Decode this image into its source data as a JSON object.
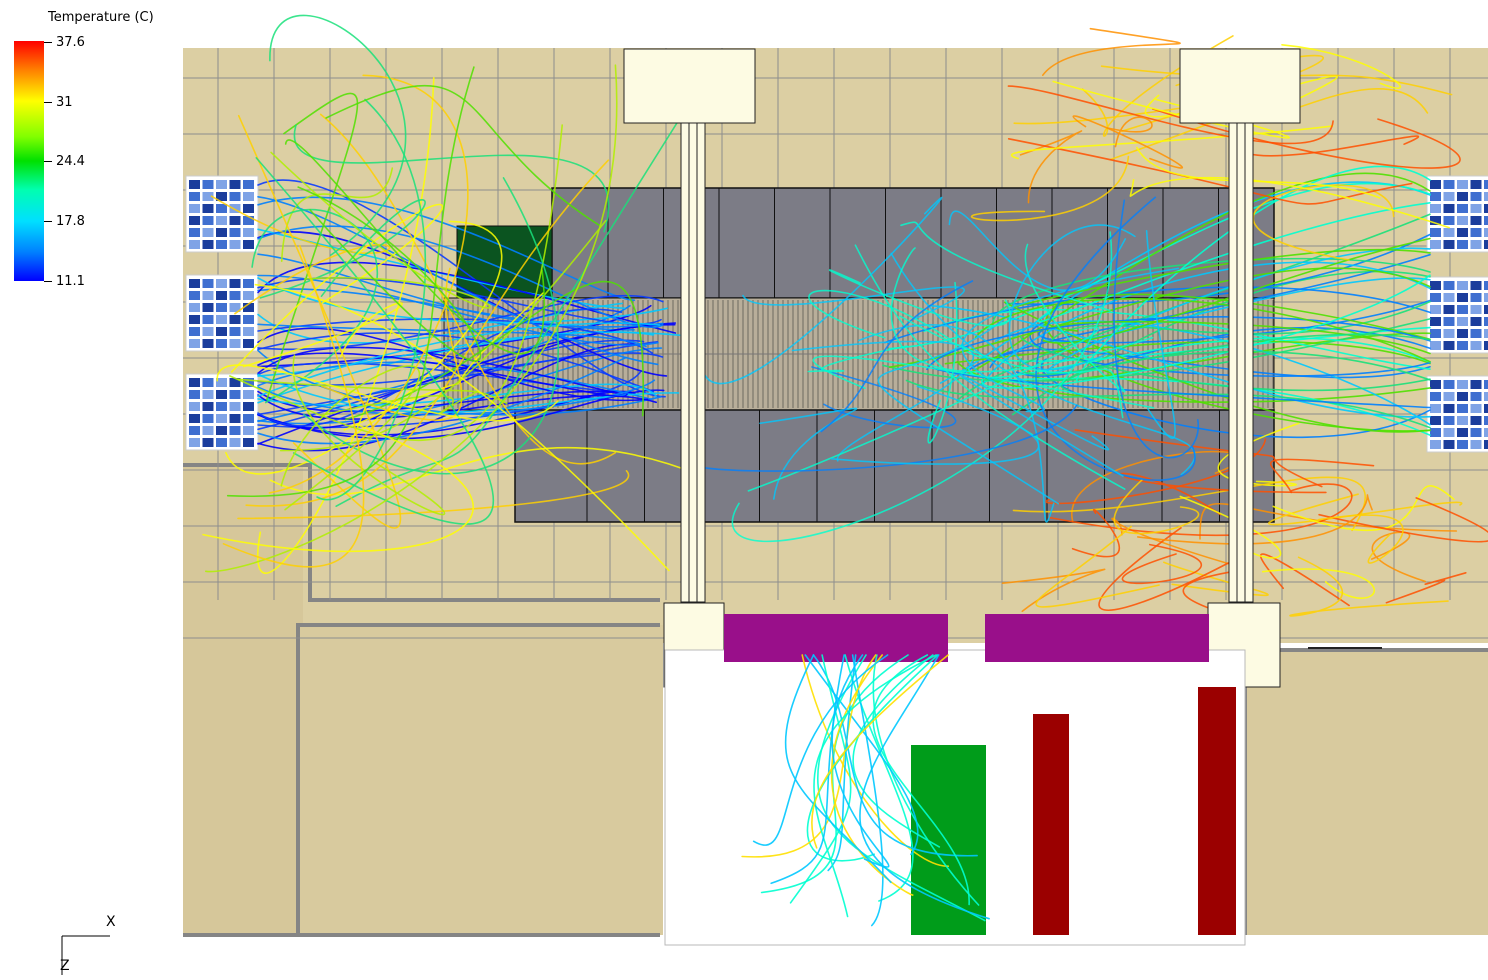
{
  "legend": {
    "title": "Temperature (C)",
    "ticks": [
      "37.6",
      "31",
      "24.4",
      "17.8",
      "11.1"
    ],
    "colors": [
      "#ff0000",
      "#ffff00",
      "#00e000",
      "#00e0ff",
      "#0000ff"
    ]
  },
  "axes": {
    "x": "X",
    "z": "Z"
  },
  "colors": {
    "floor": "#ddd0a6",
    "grid": "#8a8a8a",
    "rack": "#7c7c86",
    "pillar": "#fdfbe3",
    "unit_magenta": "#990f8a",
    "unit_green": "#009c1a",
    "unit_red": "#9b0000",
    "dark_block": "#0b5420"
  },
  "icons": [
    "vent-tile-icon",
    "axis-triad-icon"
  ]
}
